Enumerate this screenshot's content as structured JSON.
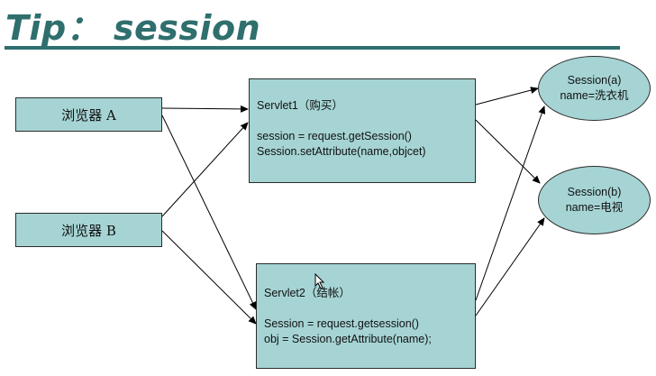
{
  "title": "Tip： session",
  "nodes": {
    "browser_a": {
      "label": "浏览器 A"
    },
    "browser_b": {
      "label": "浏览器 B"
    },
    "servlet1": {
      "title": "Servlet1（购买）",
      "code": [
        "session = request.getSession()",
        "Session.setAttribute(name,objcet)"
      ]
    },
    "servlet2": {
      "title": "Servlet2（结帐）",
      "code": [
        "Session = request.getsession()",
        "obj = Session.getAttribute(name);"
      ]
    },
    "session_a": {
      "line1": "Session(a)",
      "line2": "name=洗衣机"
    },
    "session_b": {
      "line1": "Session(b)",
      "line2": "name=电视"
    }
  },
  "edges": [
    {
      "from": "browser_a",
      "to": "servlet1"
    },
    {
      "from": "browser_a",
      "to": "servlet2"
    },
    {
      "from": "browser_b",
      "to": "servlet1"
    },
    {
      "from": "browser_b",
      "to": "servlet2"
    },
    {
      "from": "servlet1",
      "to": "session_a"
    },
    {
      "from": "servlet1",
      "to": "session_b"
    },
    {
      "from": "servlet2",
      "to": "session_a"
    },
    {
      "from": "servlet2",
      "to": "session_b"
    }
  ],
  "colors": {
    "title": "#2f6f6e",
    "node_fill": "#a6d4d4",
    "node_border": "#2b2b2b",
    "edge": "#000000"
  }
}
